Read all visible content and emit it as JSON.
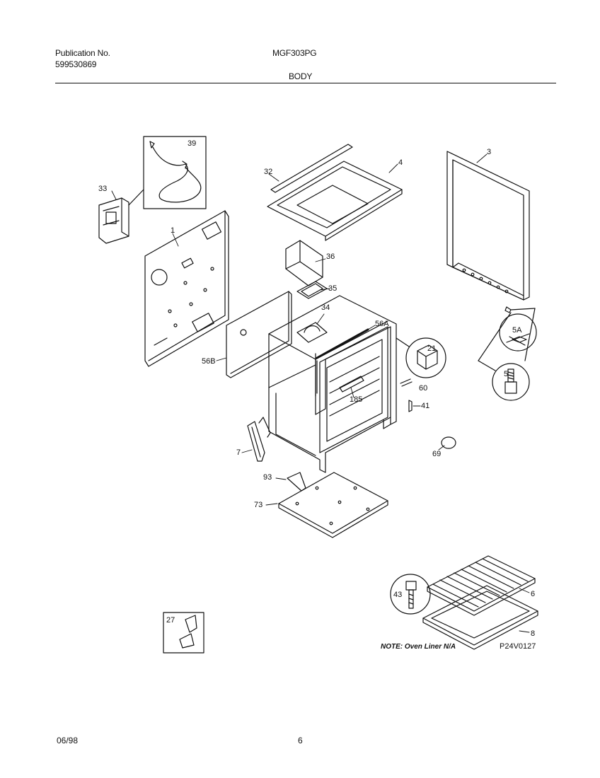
{
  "header": {
    "publication_label": "Publication No.",
    "publication_number": "599530869",
    "model": "MGF303PG",
    "section": "BODY"
  },
  "callouts": {
    "c1": "1",
    "c3": "3",
    "c4": "4",
    "c5": "5",
    "c5a": "5A",
    "c6": "6",
    "c7": "7",
    "c8": "8",
    "c21": "21",
    "c27": "27",
    "c32": "32",
    "c33": "33",
    "c34": "34",
    "c35": "35",
    "c36": "36",
    "c39": "39",
    "c41": "41",
    "c43": "43",
    "c56a": "56A",
    "c56b": "56B",
    "c60": "60",
    "c69": "69",
    "c73": "73",
    "c93": "93",
    "c185": "185"
  },
  "note": "NOTE: Oven Liner N/A",
  "figure_id": "P24V0127",
  "footer": {
    "date": "06/98",
    "page": "6"
  }
}
